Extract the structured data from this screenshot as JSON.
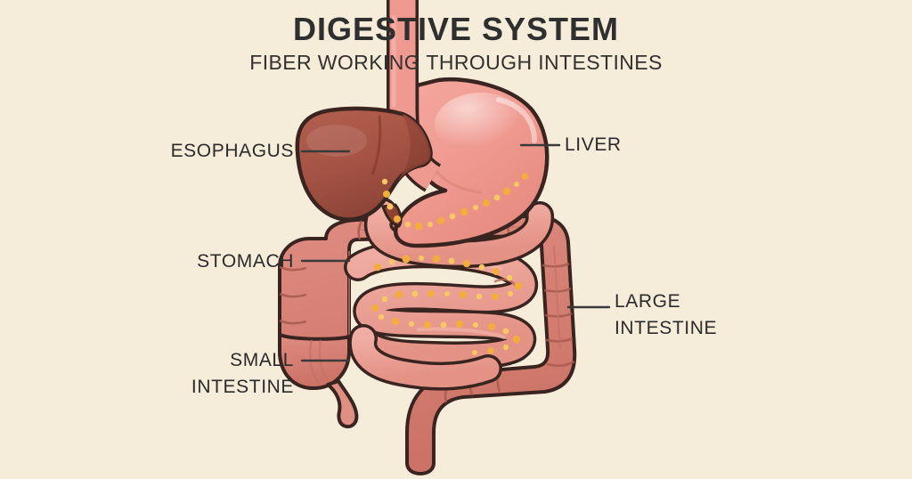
{
  "header": {
    "title": "DIGESTIVE SYSTEM",
    "subtitle": "FIBER WORKING THROUGH INTESTINES"
  },
  "colors": {
    "background": "#f5ecda",
    "text": "#2b2b2b",
    "title": "#2f2f2f",
    "leader_line": "#3a3a3a",
    "outline": "#3a2420",
    "liver_fill": "#a9574a",
    "liver_shadow": "#8f4034",
    "stomach_fill": "#ef9a90",
    "stomach_highlight": "#f5b4ab",
    "small_intestine_fill": "#eda299",
    "large_intestine_fill": "#d98176",
    "large_intestine_shade": "#c96d63",
    "fiber_dot": "#f2ad3c",
    "fiber_dot_light": "#f8c862"
  },
  "labels": [
    {
      "id": "esophagus",
      "text": "ESOPHAGUS",
      "align": "right",
      "organ": "esophagus"
    },
    {
      "id": "stomach",
      "text": "STOMACH",
      "align": "right",
      "organ": "stomach"
    },
    {
      "id": "small-intestine",
      "text": "SMALL\nINTESTINE",
      "align": "right",
      "organ": "small-intestine"
    },
    {
      "id": "liver",
      "text": "LIVER",
      "align": "left",
      "organ": "liver"
    },
    {
      "id": "large-intestine",
      "text": "LARGE\nINTESTINE",
      "align": "left",
      "organ": "large-intestine"
    }
  ],
  "diagram": {
    "kind": "anatomical-illustration",
    "subject": "human digestive system",
    "organs": [
      "esophagus",
      "stomach",
      "liver",
      "duodenum",
      "small-intestine",
      "large-intestine",
      "cecum",
      "appendix",
      "rectum"
    ],
    "annotation": "yellow fiber particles traced along the stomach, duodenum and small intestine"
  }
}
